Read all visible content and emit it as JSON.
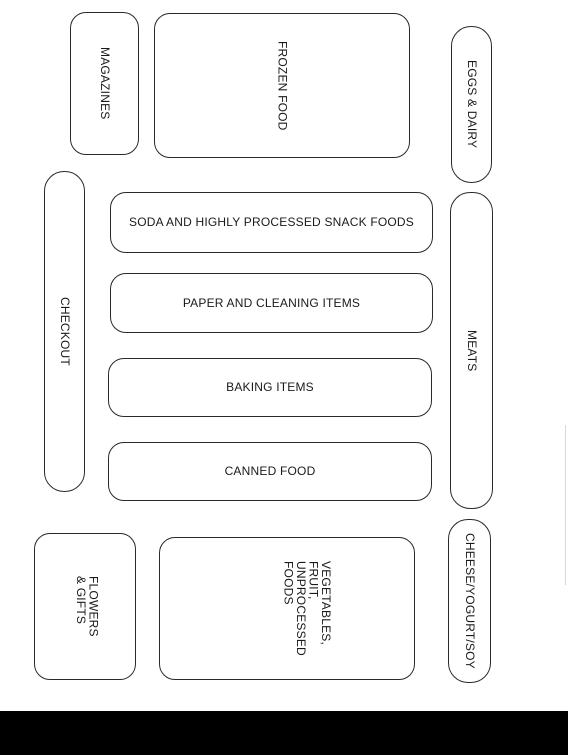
{
  "store_map": {
    "magazines": "MAGAZINES",
    "frozen_food": "FROZEN FOOD",
    "eggs_dairy": "EGGS & DAIRY",
    "checkout": "CHECKOUT",
    "soda_snacks": "SODA AND HIGHLY PROCESSED SNACK FOODS",
    "paper_cleaning": "PAPER AND CLEANING ITEMS",
    "baking": "BAKING ITEMS",
    "canned": "CANNED FOOD",
    "meats": "MEATS",
    "flowers_gifts": "FLOWERS\n& GIFTS",
    "vegetables": "VEGETABLES,\nFRUIT,\nUNPROCESSED\nFOODS",
    "cheese": "CHEESE/YOGURT/SOY"
  },
  "colors": {
    "outline": "#2a2a2a",
    "background": "#ffffff",
    "bottom_bar": "#000000"
  }
}
